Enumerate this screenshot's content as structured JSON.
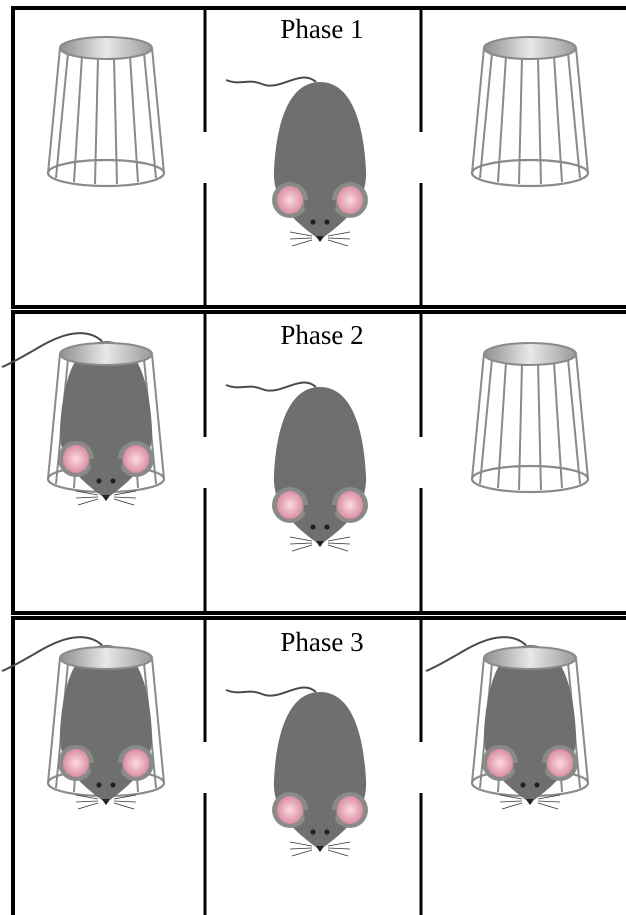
{
  "phases": [
    {
      "title": "Phase 1",
      "left_chamber": "empty-cage",
      "center_chamber": "mouse",
      "right_chamber": "empty-cage"
    },
    {
      "title": "Phase 2",
      "left_chamber": "caged-mouse",
      "center_chamber": "mouse",
      "right_chamber": "empty-cage"
    },
    {
      "title": "Phase 3",
      "left_chamber": "caged-mouse",
      "center_chamber": "mouse",
      "right_chamber": "caged-mouse"
    }
  ],
  "colors": {
    "wall": "#000000",
    "cage_bar": "#8a8a8a",
    "cage_top": "#b5b5b5",
    "mouse_body": "#6f6f6f",
    "mouse_ear": "#e6a9b6",
    "background": "#ffffff"
  }
}
